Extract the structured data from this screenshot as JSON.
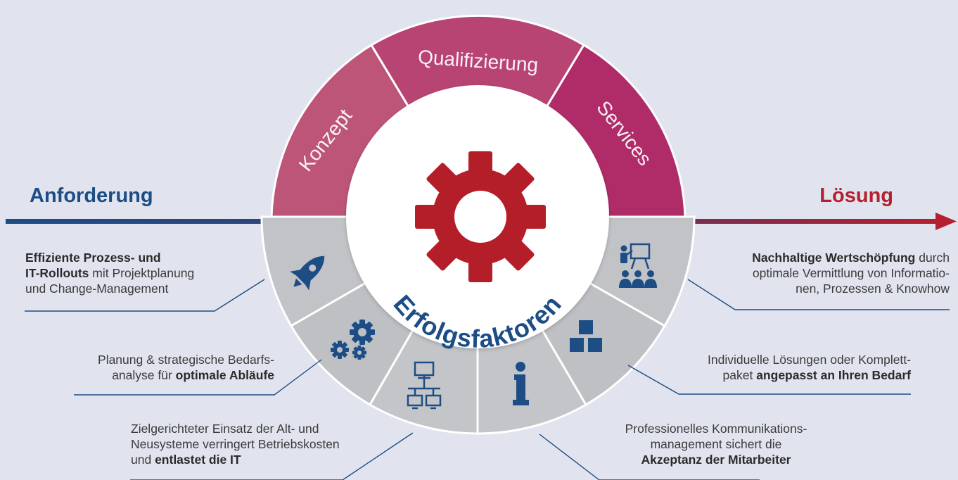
{
  "axis": {
    "left_label": "Anforderung",
    "right_label": "Lösung"
  },
  "center": {
    "title": "Erfolgsfaktoren",
    "icon": "gear-icon"
  },
  "top_segments": [
    {
      "label": "Konzept",
      "color": "#bd5578"
    },
    {
      "label": "Qualifizierung",
      "color": "#b84473"
    },
    {
      "label": "Services",
      "color": "#b02c69"
    }
  ],
  "bottom_segments": [
    {
      "icon": "rocket-icon"
    },
    {
      "icon": "gears-icon"
    },
    {
      "icon": "network-icon"
    },
    {
      "icon": "info-icon"
    },
    {
      "icon": "cubes-icon"
    },
    {
      "icon": "presentation-icon"
    }
  ],
  "notes": {
    "rollouts": {
      "bold1": "Effiziente Prozess- und",
      "bold2": "IT-Rollouts",
      "text2": " mit Projektplanung",
      "text3": "und Change-Management"
    },
    "planung": {
      "text1": "Planung & strategische Bedarfs-",
      "text2": "analyse für ",
      "bold2": "optimale Abläufe"
    },
    "systeme": {
      "text1": "Zielgerichteter Einsatz der Alt- und",
      "text2": "Neusysteme verringert Betriebskosten",
      "text3": "und ",
      "bold3": "entlastet die IT"
    },
    "wertschoepfung": {
      "bold1": "Nachhaltige Wertschöpfung",
      "text1": " durch",
      "text2": "optimale Vermittlung von Informatio-",
      "text3": "nen, Prozessen & Knowhow"
    },
    "loesungen": {
      "text1": "Individuelle Lösungen oder Komplett-",
      "text2": "paket ",
      "bold2": "angepasst an Ihren Bedarf"
    },
    "kommunikation": {
      "text1": "Professionelles Kommunikations-",
      "text2": "management sichert die",
      "bold3": "Akzeptanz der Mitarbeiter"
    }
  },
  "colors": {
    "navy": "#1c4d85",
    "red": "#b5202e",
    "gear": "#b41e28",
    "gray_segment": "#bfc0c4",
    "background": "#e1e4ef"
  }
}
